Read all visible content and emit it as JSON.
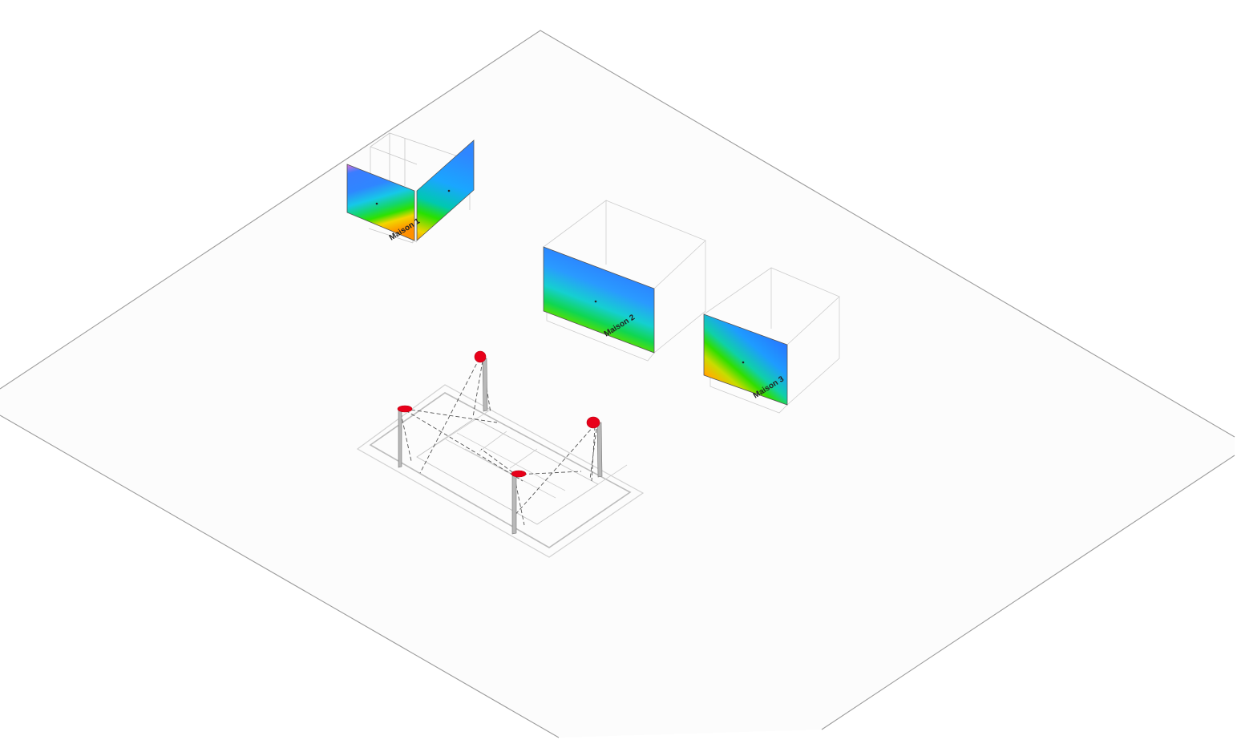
{
  "scene": {
    "houses": [
      {
        "id": "house-1",
        "label": "Maison 1"
      },
      {
        "id": "house-2",
        "label": "Maison 2"
      },
      {
        "id": "house-3",
        "label": "Maison 3"
      }
    ],
    "light_count": 4,
    "colors": {
      "background": "#ffffff",
      "plot_fill": "#fcfcfc",
      "outline": "#9a9a9a",
      "fixture": "#e8001a",
      "scale": [
        "#e060d0",
        "#1f7bff",
        "#3aa0ff",
        "#00d2ff",
        "#00d56a",
        "#3fe000",
        "#ffd000",
        "#ff8a00",
        "#e80000"
      ]
    }
  }
}
